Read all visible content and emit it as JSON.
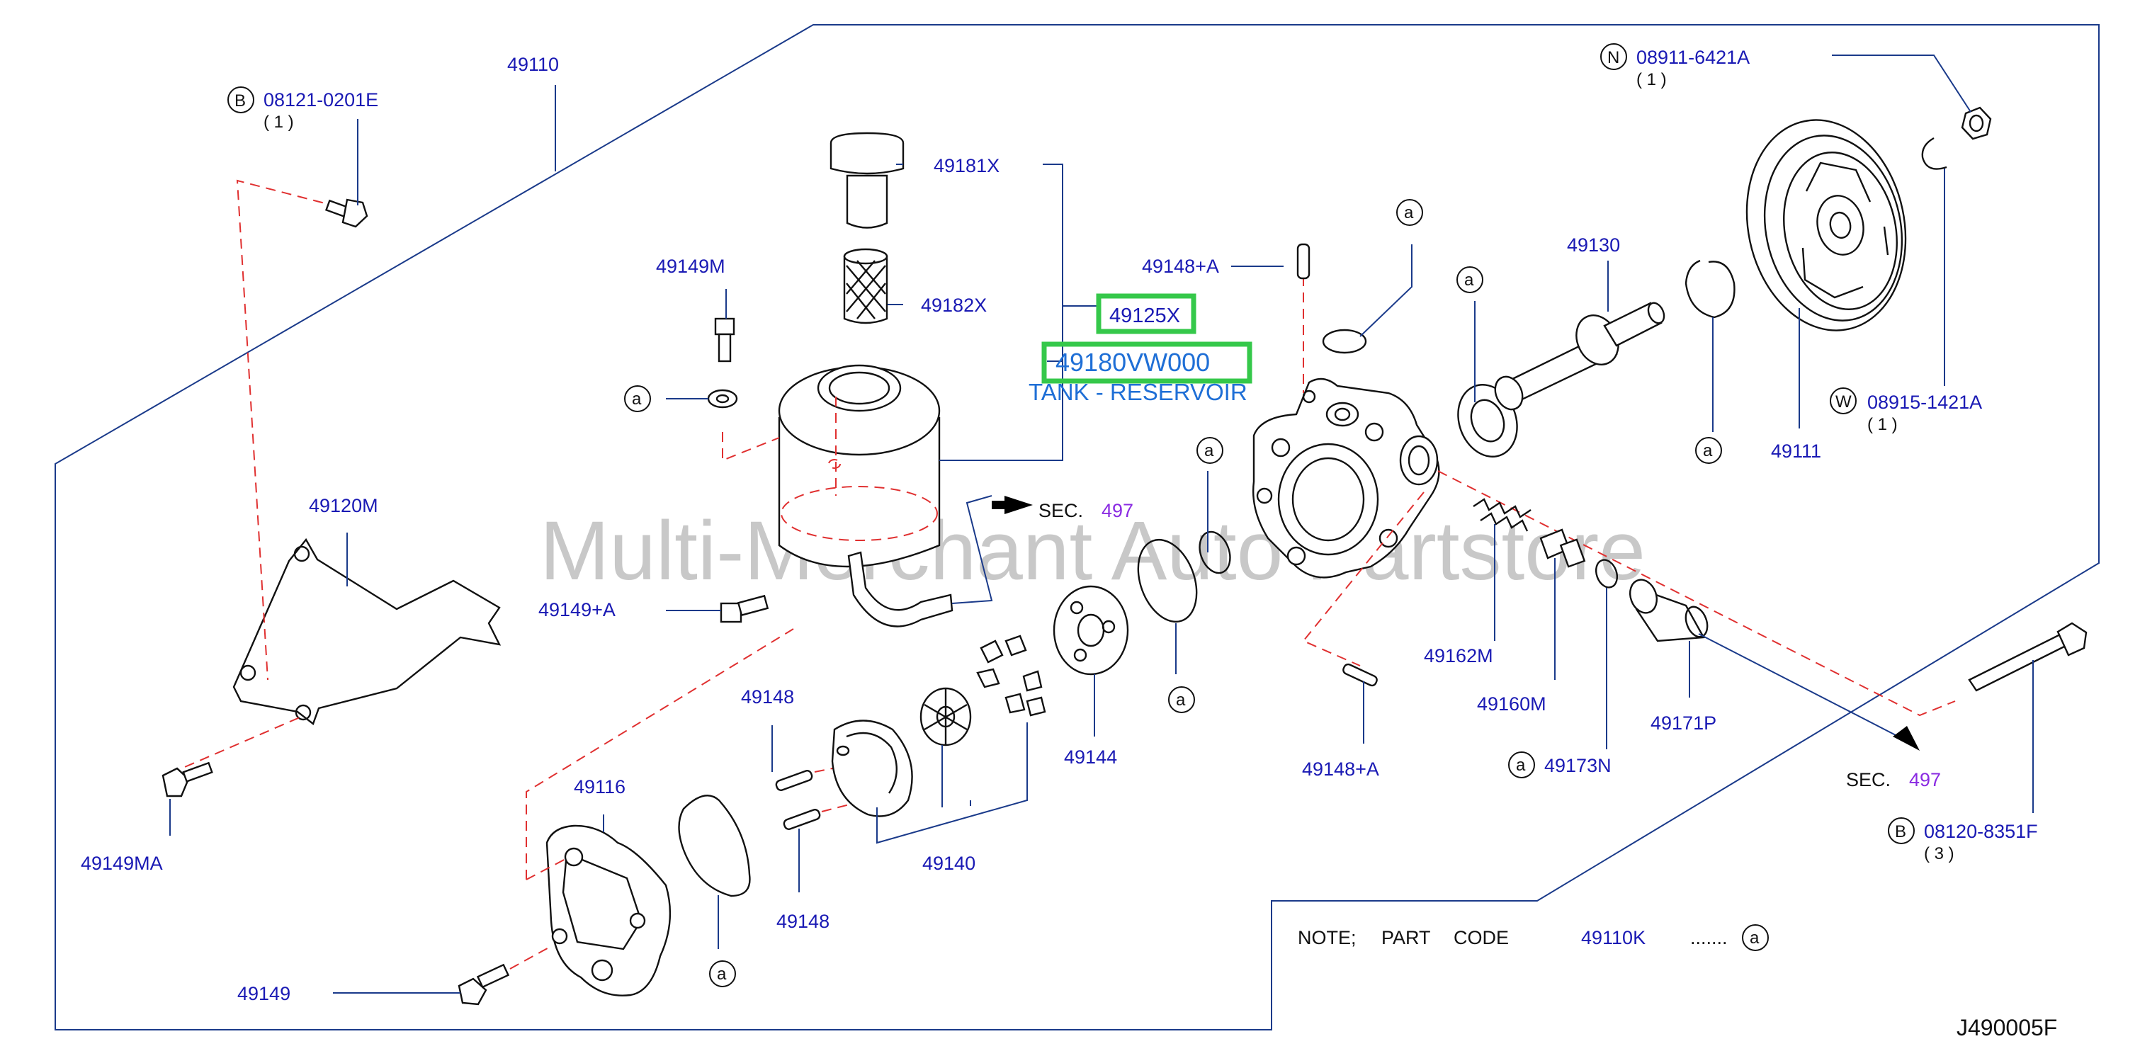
{
  "diagram_code": "J490005F",
  "watermark": "Multi-Merchant Auto Partstore",
  "highlight": {
    "part": "49125X",
    "main_part": "49180VW000",
    "description": "TANK - RESERVOIR"
  },
  "labels": {
    "p49110": "49110",
    "p49181X": "49181X",
    "p49182X": "49182X",
    "p49149M": "49149M",
    "p49120M": "49120M",
    "p49149A": "49149+A",
    "p49149MA": "49149MA",
    "p49116": "49116",
    "p49149": "49149",
    "p49148_top": "49148",
    "p49148_bot": "49148",
    "p49140": "49140",
    "p49144": "49144",
    "p49148A_top": "49148+A",
    "p49148A_bot": "49148+A",
    "p49130": "49130",
    "p49111": "49111",
    "p49162M": "49162M",
    "p49160M": "49160M",
    "p49173N": "49173N",
    "p49171P": "49171P"
  },
  "bolts": {
    "b1": {
      "letter": "B",
      "part": "08121-0201E",
      "qty": "( 1 )"
    },
    "n1": {
      "letter": "N",
      "part": "08911-6421A",
      "qty": "( 1 )"
    },
    "w1": {
      "letter": "W",
      "part": "08915-1421A",
      "qty": "( 1 )"
    },
    "b2": {
      "letter": "B",
      "part": "08120-8351F",
      "qty": "( 3 )"
    }
  },
  "sec": {
    "label": "SEC.",
    "number": "497"
  },
  "ref_letter": "a",
  "note": {
    "prefix": "NOTE;",
    "part_code_label": "PART",
    "code_word": "CODE",
    "code": "49110K",
    "dots": "......."
  }
}
